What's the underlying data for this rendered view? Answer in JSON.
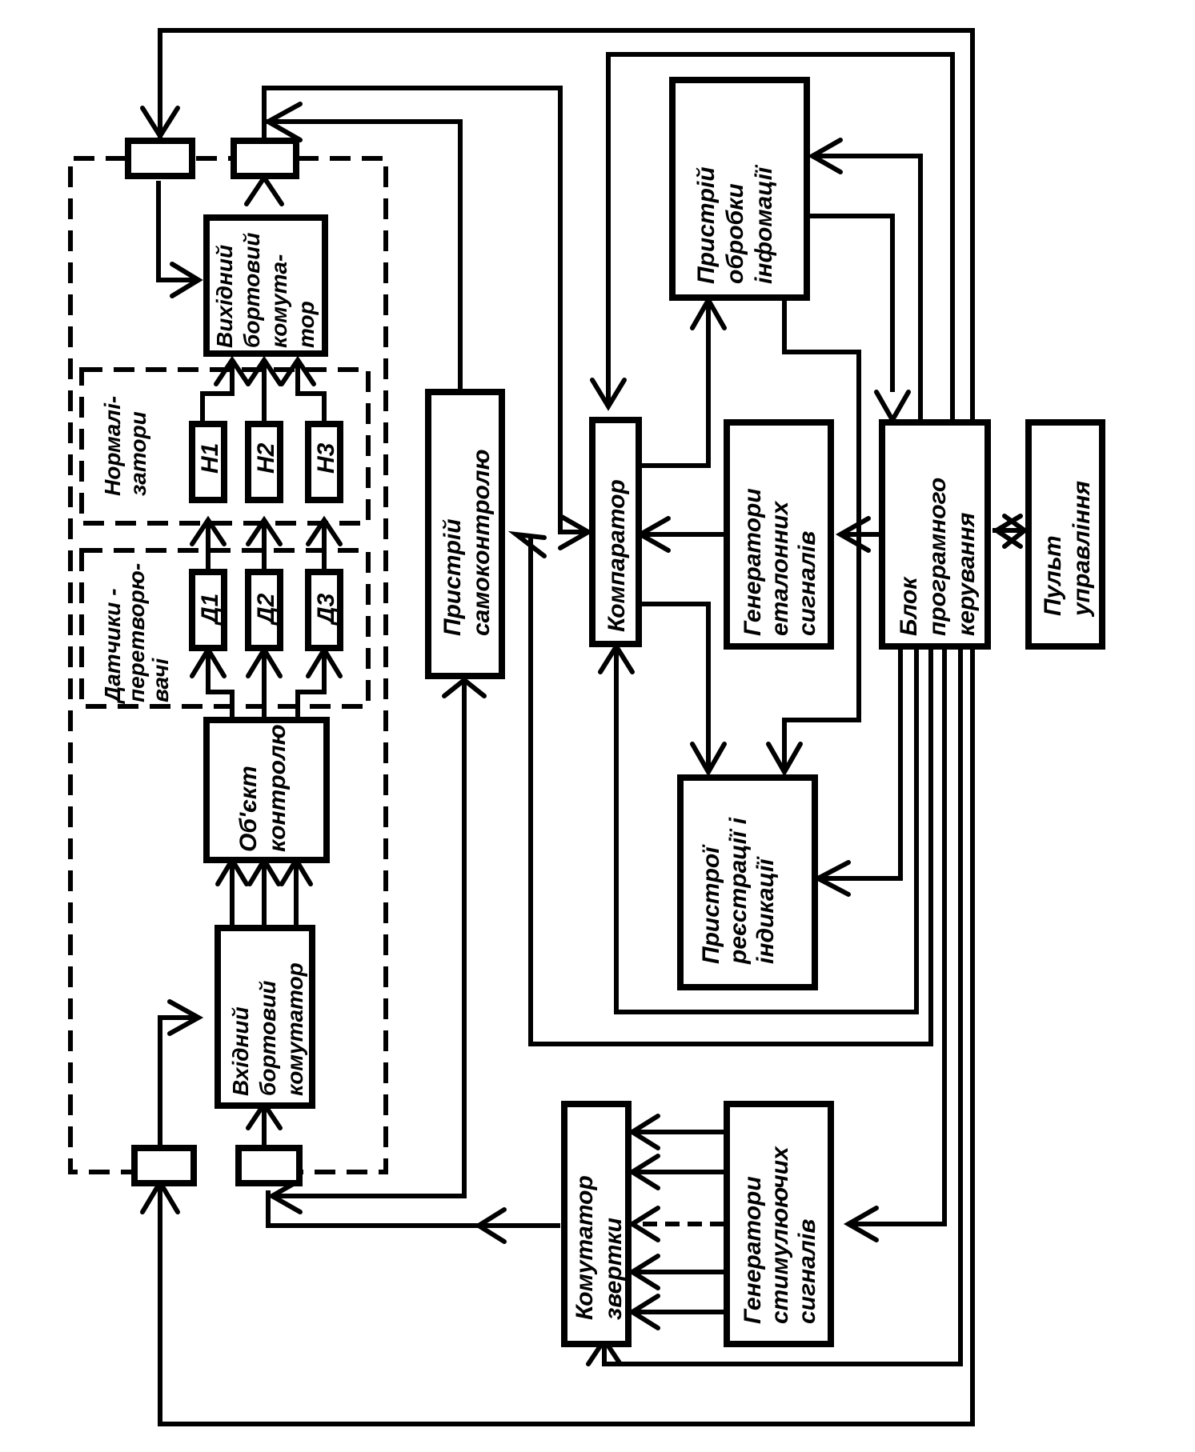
{
  "blocks": {
    "output_commutator": [
      "Вихідний",
      "бортовий",
      "комута-",
      "тор"
    ],
    "input_commutator": [
      "Вхідний",
      "бортовий",
      "комутатор"
    ],
    "control_object": [
      "Об'єкт",
      "контролю"
    ],
    "normalizers_group": [
      "Нормалі-",
      "затори"
    ],
    "sensors_group": [
      "Датчики -",
      "перетворю-",
      "вачі"
    ],
    "normalizers": [
      "Н1",
      "Н2",
      "Н3"
    ],
    "sensors": [
      "Д1",
      "Д2",
      "Д3"
    ],
    "self_control": [
      "Пристрій",
      "самоконтролю"
    ],
    "comparator": [
      "Компаратор"
    ],
    "info_processing": [
      "Пристрій",
      "обробки",
      "інфомації"
    ],
    "reference_generators": [
      "Генератори",
      "еталонних",
      "сигналів"
    ],
    "program_control": [
      "Блок",
      "програмного",
      "керування"
    ],
    "control_panel": [
      "Пульт",
      "управління"
    ],
    "registration": [
      "Пристрої",
      "реєстрації і",
      "індикації"
    ],
    "sweep_commutator": [
      "Комутатор",
      "звертки"
    ],
    "stimulus_generators": [
      "Генератори",
      "стимулюючих",
      "сигналів"
    ]
  }
}
